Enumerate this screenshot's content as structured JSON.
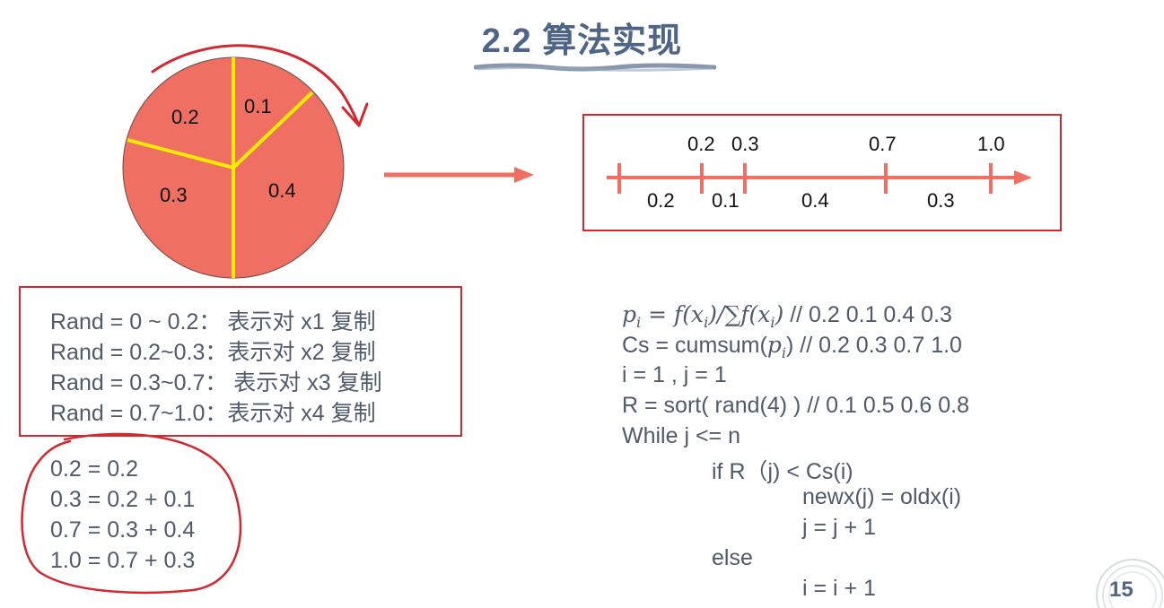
{
  "title": "2.2 算法实现",
  "pie": {
    "slices": [
      {
        "label": "0.2"
      },
      {
        "label": "0.1"
      },
      {
        "label": "0.4"
      },
      {
        "label": "0.3"
      }
    ],
    "fill": "#ef6f62",
    "divider_color": "#ffec00"
  },
  "number_line": {
    "cum_labels": [
      "0.2",
      "0.3",
      "0.7",
      "1.0"
    ],
    "segment_labels": [
      "0.2",
      "0.1",
      "0.4",
      "0.3"
    ],
    "color": "#ef6f62"
  },
  "rand_rules": [
    "Rand = 0 ~ 0.2： 表示对 x1 复制",
    "Rand = 0.2~0.3：表示对 x2 复制",
    "Rand = 0.3~0.7： 表示对 x3 复制",
    "Rand = 0.7~1.0：表示对 x4 复制"
  ],
  "sums": [
    "0.2 = 0.2",
    "0.3 = 0.2 + 0.1",
    "0.7 = 0.3 + 0.4",
    "1.0 = 0.7 + 0.3"
  ],
  "code": {
    "line1_math": "p",
    "line1_math_sub": "i",
    "line1_eq": " = f(x",
    "line1_eq_sub": "i",
    "line1_div": ")/∑f(x",
    "line1_div_sub": "i",
    "line1_end": ")",
    "line1_comment": " // 0.2 0.1 0.4 0.3",
    "line2_pre": "Cs = cumsum(",
    "line2_math": "p",
    "line2_math_sub": "i",
    "line2_post": ")  // 0.2 0.3 0.7 1.0",
    "line3": "i = 1 , j = 1",
    "line4": "R = sort( rand(4) ) // 0.1 0.5 0.6 0.8",
    "line5": "While  j <= n",
    "line6": "if R（j)   < Cs(i)",
    "line7": "newx(j) = oldx(i)",
    "line8": "j = j + 1",
    "line9": "else",
    "line10": "i = i + 1"
  },
  "page_number": "15",
  "colors": {
    "accent_red": "#d3282f",
    "title_blue": "#4e6585",
    "text": "#4f5a6b"
  }
}
